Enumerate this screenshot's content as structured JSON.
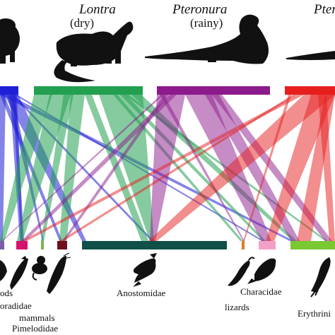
{
  "predators": [
    {
      "genus": "",
      "season": "",
      "color": "#1f1fd6"
    },
    {
      "genus": "Lontra",
      "season": "(dry)",
      "color": "#22a050"
    },
    {
      "genus": "Pteronura",
      "season": "(rainy)",
      "color": "#8c1a8c"
    },
    {
      "genus": "Pter",
      "season": "",
      "color": "#e61e1e"
    }
  ],
  "prey": [
    {
      "name": "",
      "color": "#7d5fa8"
    },
    {
      "name": "",
      "color": "#d4136e"
    },
    {
      "name": "",
      "color": "#7ab648"
    },
    {
      "name": "",
      "color": "#6e0f1e"
    },
    {
      "name": "",
      "color": "#0f5048"
    },
    {
      "name": "",
      "color": "#e87a1e"
    },
    {
      "name": "",
      "color": "#f2a0c8"
    },
    {
      "name": "",
      "color": "#7ac832"
    }
  ],
  "prey_labels": {
    "crustaceans_partial": "ods",
    "loricariidae_partial": "oradidae",
    "mammals": "mammals",
    "pimelodidae": "Pimelodidae",
    "anostomidae": "Anostomidae",
    "lizards": "lizards",
    "characidae": "Characidae",
    "erythrinidae_partial": "Erythrini"
  },
  "icons": [
    "otter-silhouette",
    "fish-silhouette",
    "mammal-silhouette",
    "lizard-silhouette",
    "shrimp-silhouette"
  ]
}
